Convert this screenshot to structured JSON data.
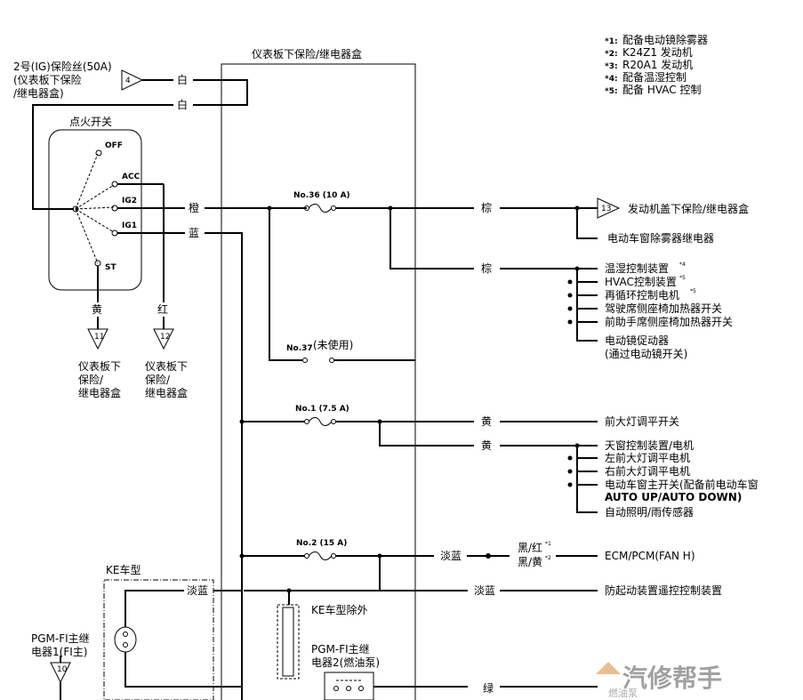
{
  "notes": [
    {
      "mark": "*1:",
      "text": "配备电动镜除雾器"
    },
    {
      "mark": "*2:",
      "text": "K24Z1 发动机"
    },
    {
      "mark": "*3:",
      "text": "R20A1 发动机"
    },
    {
      "mark": "*4:",
      "text": "配备温湿控制"
    },
    {
      "mark": "*5:",
      "text": "配备 HVAC 控制"
    }
  ],
  "fuse_box_title": "仪表板下保险/继电器盒",
  "fuse_source": {
    "line1": "2号(IG)保险丝(50A)",
    "line2": "(仪表板下保险",
    "line3": "/继电器盒)",
    "conn": "4"
  },
  "ignition": {
    "title": "点火开关",
    "positions": [
      "OFF",
      "ACC",
      "IG2",
      "IG1",
      "ST"
    ]
  },
  "wires": {
    "white1": "白",
    "white2": "白",
    "orange": "橙",
    "blue": "蓝",
    "yellow_st": "黄",
    "red_ig2": "红",
    "brown1": "棕",
    "brown2": "棕",
    "yellow1": "黄",
    "yellow2": "黄",
    "lightblue1": "淡蓝",
    "lightblue2": "淡蓝",
    "lightblue3": "淡蓝",
    "green": "绿"
  },
  "fuses": {
    "no36": "No.36 (10 A)",
    "no37": "No.37",
    "no37_note": "(未使用)",
    "no1": "No.1 (7.5 A)",
    "no2": "No.2 (15 A)"
  },
  "ig_outputs": [
    {
      "conn": "11",
      "line1": "仪表板下",
      "line2": "保险/",
      "line3": "继电器盒"
    },
    {
      "conn": "12",
      "line1": "仪表板下",
      "line2": "保险/",
      "line3": "继电器盒"
    }
  ],
  "no36_loads_a": {
    "conn": "13",
    "items": [
      "发动机盖下保险/继电器盒",
      "电动车窗除雾器继电器"
    ]
  },
  "no36_loads_b": {
    "items": [
      {
        "text": "温湿控制装置",
        "sup": "*4"
      },
      {
        "text": "HVAC控制装置",
        "sup": "*5"
      },
      {
        "text": "再循环控制电机",
        "sup": "*5"
      },
      {
        "text": "驾驶席侧座椅加热器开关",
        "sup": ""
      },
      {
        "text": "前助手席侧座椅加热器开关",
        "sup": ""
      },
      {
        "text": "电动镜促动器",
        "sup": ""
      },
      {
        "text": "(通过电动镜开关)",
        "sup": ""
      }
    ]
  },
  "no1_loads": {
    "first": "前大灯调平开关",
    "items": [
      "天窗控制装置/电机",
      "左前大灯调平电机",
      "右前大灯调平电机",
      "电动车窗主开关(配备前电动车窗",
      "AUTO UP/AUTO DOWN)",
      "自动照明/雨传感器"
    ]
  },
  "no2_loads": {
    "wire_a": "黑/红",
    "wire_a_sup": "*1",
    "wire_b": "黑/黄",
    "wire_b_sup": "*2",
    "ecm": "ECM/PCM(FAN H)",
    "immobilizer": "防起动装置遥控控制装置"
  },
  "ke": {
    "label": "KE车型",
    "relay1_line1": "PGM-FI主继",
    "relay1_line2": "电器1(FI主)",
    "relay1_conn": "10",
    "except": "KE车型除外",
    "relay2_line1": "PGM-FI主继",
    "relay2_line2": "电器2(燃油泵)"
  },
  "watermark": {
    "brand": "汽修帮手",
    "sub": "燃油泵"
  }
}
